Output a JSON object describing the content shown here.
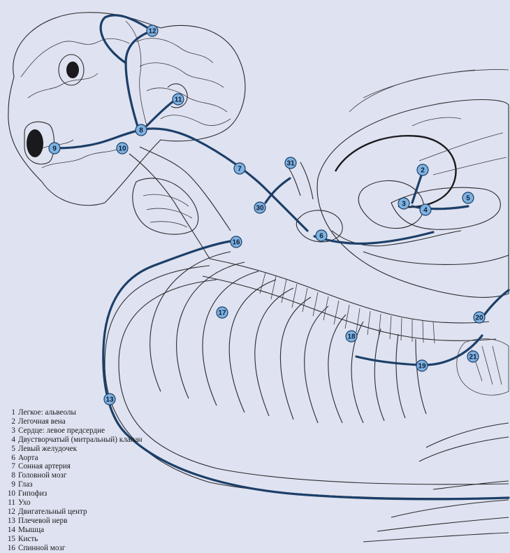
{
  "legend": [
    {
      "num": "1",
      "label": "Легкое: альвеолы"
    },
    {
      "num": "2",
      "label": "Легочная вена"
    },
    {
      "num": "3",
      "label": "Сердце: левое предсердие"
    },
    {
      "num": "4",
      "label": "Двустворчатый (митральный) клапан"
    },
    {
      "num": "5",
      "label": "Левый желудочек"
    },
    {
      "num": "6",
      "label": "Аорта"
    },
    {
      "num": "7",
      "label": "Сонная артерия"
    },
    {
      "num": "8",
      "label": "Головной мозг"
    },
    {
      "num": "9",
      "label": "Глаз"
    },
    {
      "num": "10",
      "label": "Гипофиз"
    },
    {
      "num": "11",
      "label": "Ухо"
    },
    {
      "num": "12",
      "label": "Двигательный центр"
    },
    {
      "num": "13",
      "label": "Плечевой нерв"
    },
    {
      "num": "14",
      "label": "Мышца"
    },
    {
      "num": "15",
      "label": "Кисть"
    },
    {
      "num": "16",
      "label": "Спинной мозг"
    }
  ],
  "markers": [
    "2",
    "3",
    "4",
    "5",
    "6",
    "7",
    "8",
    "9",
    "10",
    "11",
    "12",
    "13",
    "16",
    "17",
    "18",
    "19",
    "20",
    "21",
    "30",
    "31"
  ],
  "colors": {
    "background": "#dfe2f0",
    "marker_fill": "#7fb2e0",
    "pathway": "#1c3f68",
    "ink": "#1a1a1e"
  }
}
